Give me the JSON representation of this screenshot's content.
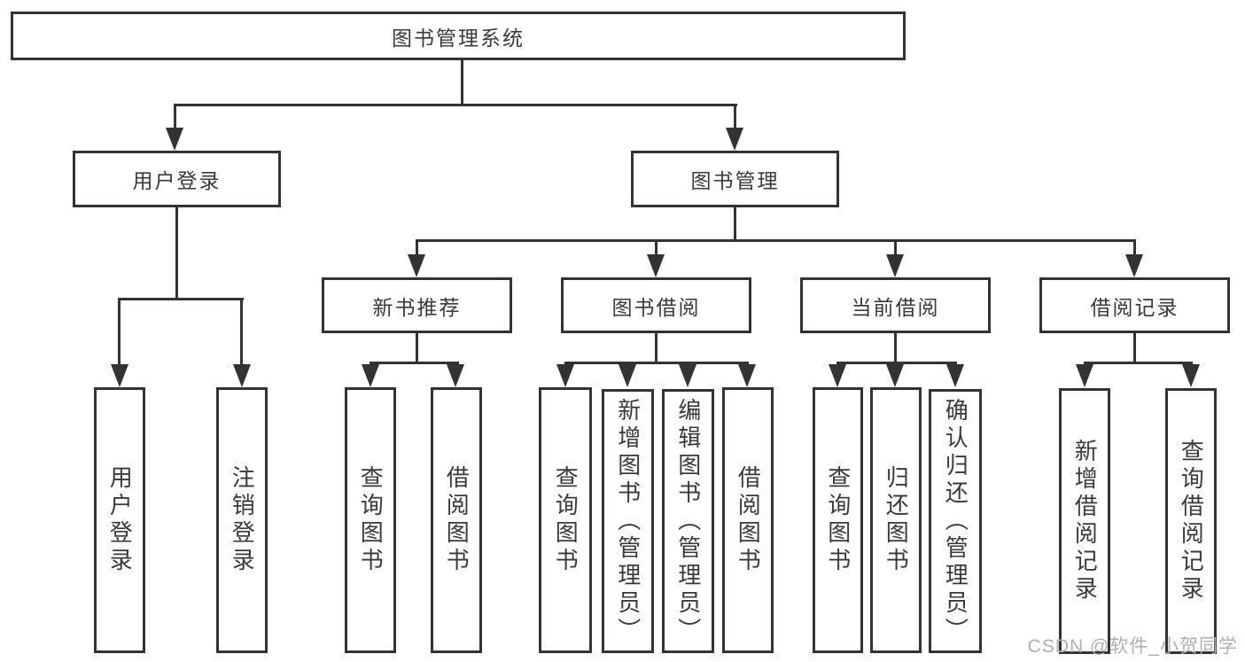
{
  "diagram": {
    "type": "hierarchy-tree",
    "title": "图书管理系统"
  },
  "nodes": {
    "root": {
      "label": "图书管理系统"
    },
    "level1": {
      "user_login": {
        "label": "用户登录"
      },
      "book_mgmt": {
        "label": "图书管理"
      }
    },
    "level2": {
      "new_book_rec": {
        "label": "新书推荐"
      },
      "book_borrow": {
        "label": "图书借阅"
      },
      "current_borrow": {
        "label": "当前借阅"
      },
      "borrow_record": {
        "label": "借阅记录"
      }
    },
    "leaves": {
      "login_user_login": {
        "label": "用户登录"
      },
      "login_logout": {
        "label": "注销登录"
      },
      "rec_query_book": {
        "label": "查询图书"
      },
      "rec_borrow_book": {
        "label": "借阅图书"
      },
      "bor_query_book": {
        "label": "查询图书"
      },
      "bor_add_book": {
        "label": "新增图书（管理员）"
      },
      "bor_edit_book": {
        "label": "编辑图书（管理员）"
      },
      "bor_borrow_book": {
        "label": "借阅图书"
      },
      "cur_query_book": {
        "label": "查询图书"
      },
      "cur_return_book": {
        "label": "归还图书"
      },
      "cur_confirm_return": {
        "label": "确认归还（管理员）"
      },
      "rcd_add_record": {
        "label": "新增借阅记录"
      },
      "rcd_query_record": {
        "label": "查询借阅记录"
      }
    }
  },
  "watermark": {
    "text": "CSDN @软件_小贺同学"
  },
  "colors": {
    "line": "#333333",
    "box_border": "#333333",
    "text": "#3a3a3a",
    "background": "#ffffff",
    "watermark": "#b0b0b0"
  }
}
